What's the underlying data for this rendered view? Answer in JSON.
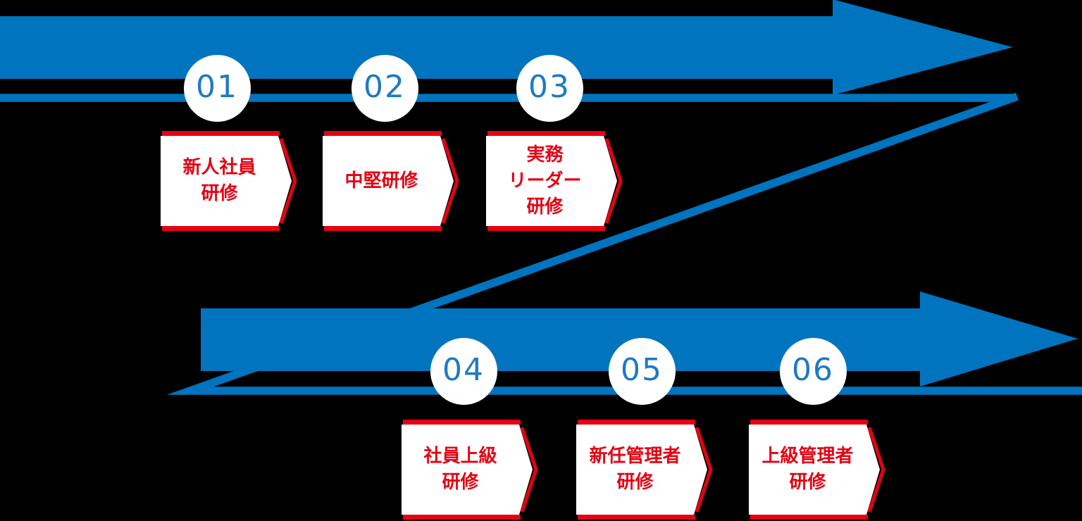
{
  "colors": {
    "background": "#000000",
    "blue": "#0074be",
    "red": "#e60012",
    "white": "#ffffff",
    "digit": "#1e7ac4"
  },
  "steps": [
    {
      "number": "01",
      "lines": [
        "新人社員",
        "研修"
      ]
    },
    {
      "number": "02",
      "lines": [
        "中堅研修"
      ]
    },
    {
      "number": "03",
      "lines": [
        "実務",
        "リーダー",
        "研修"
      ]
    },
    {
      "number": "04",
      "lines": [
        "社員上級",
        "研修"
      ]
    },
    {
      "number": "05",
      "lines": [
        "新任管理者",
        "研修"
      ]
    },
    {
      "number": "06",
      "lines": [
        "上級管理者",
        "研修"
      ]
    }
  ]
}
